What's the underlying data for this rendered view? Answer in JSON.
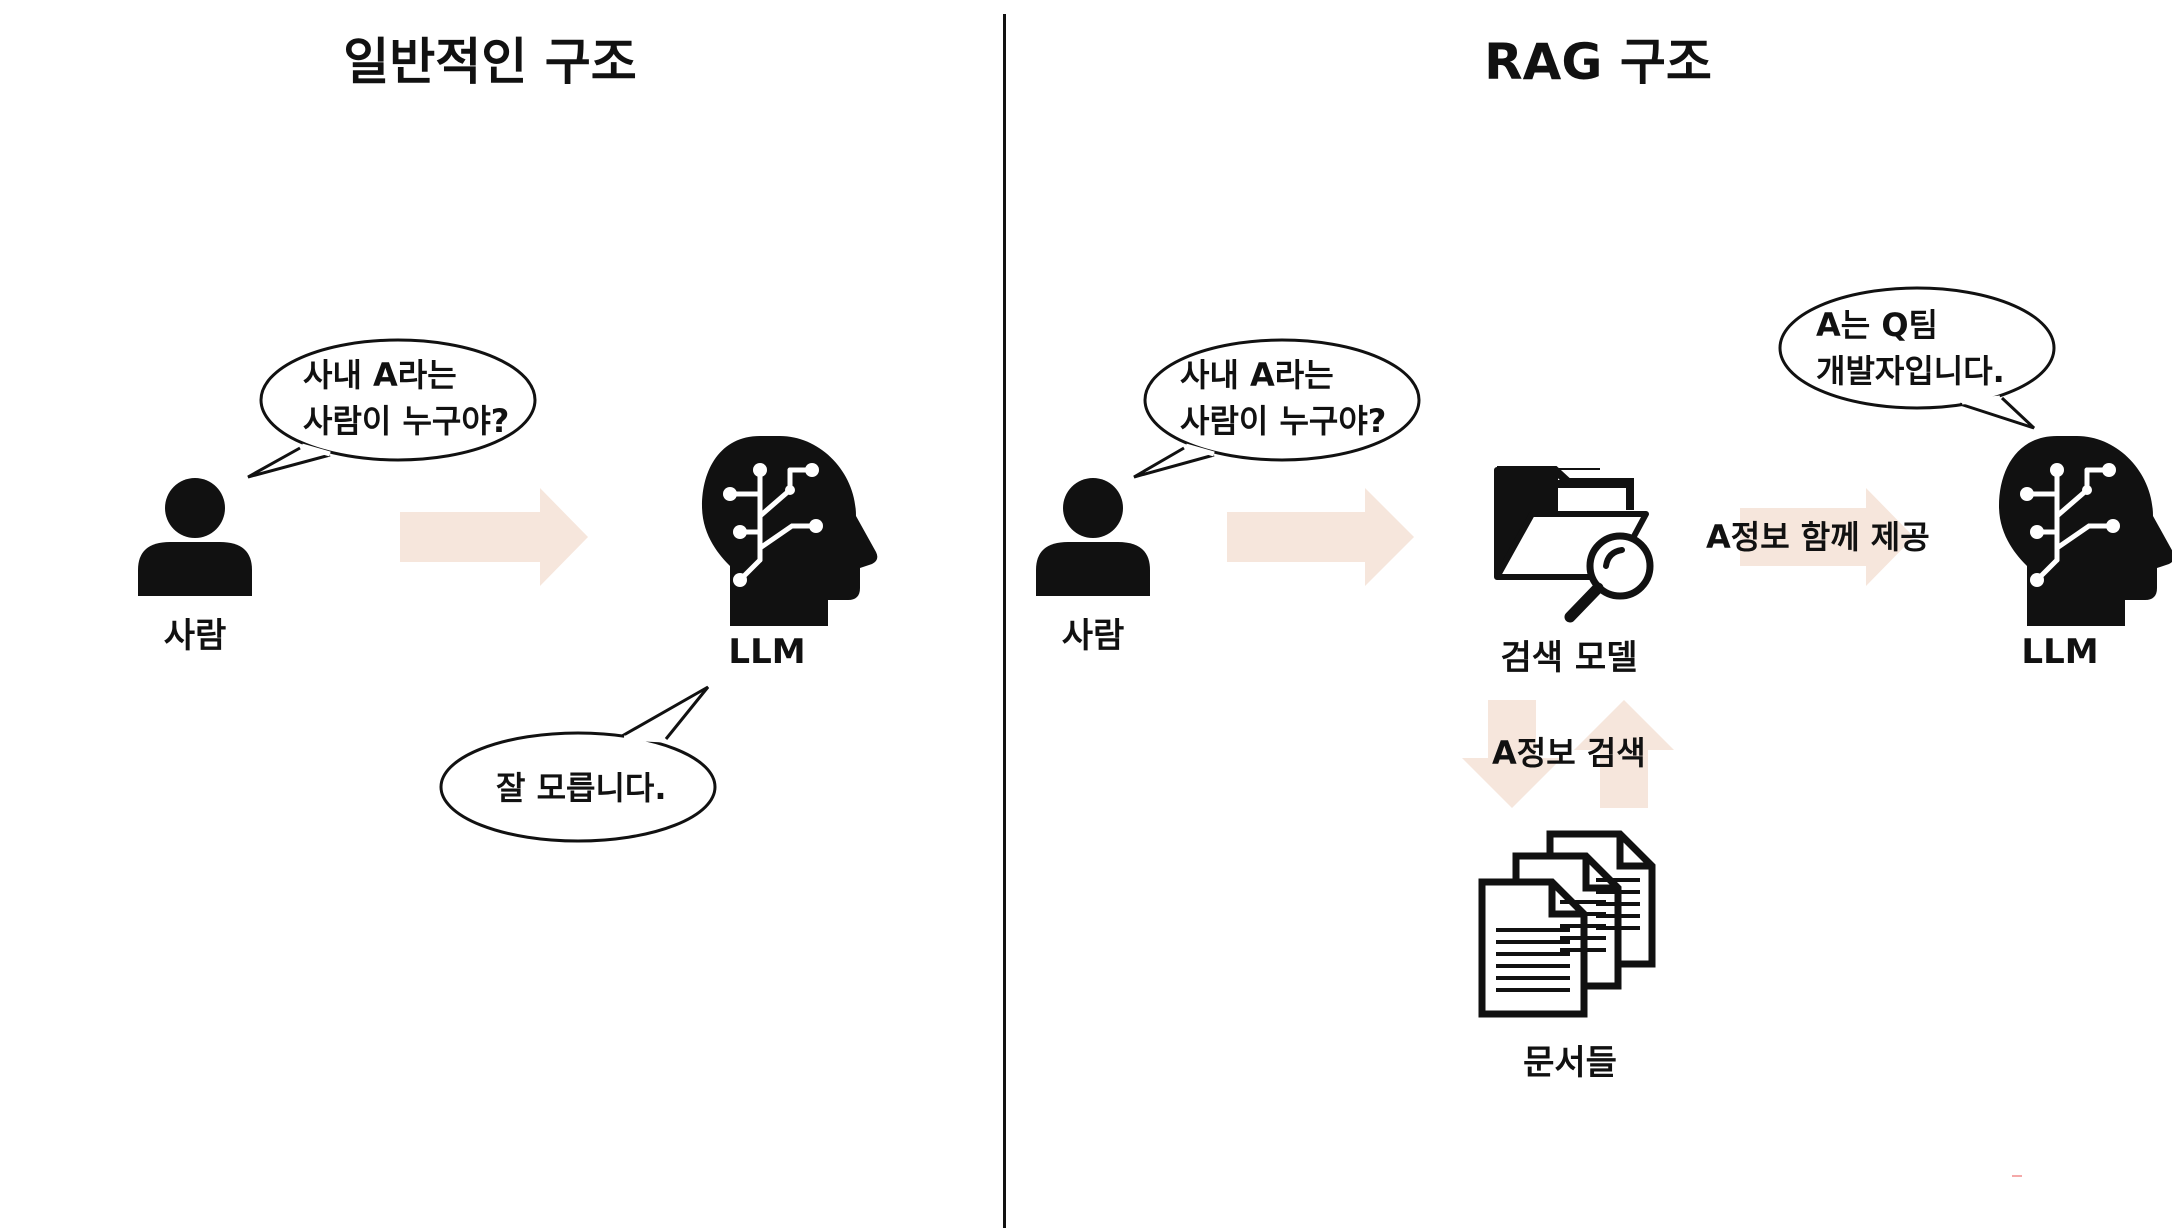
{
  "left": {
    "title": "일반적인 구조",
    "person_label": "사람",
    "llm_label": "LLM",
    "question": [
      "사내 A라는",
      "사람이 누구야?"
    ],
    "answer": "잘 모릅니다."
  },
  "right": {
    "title": "RAG 구조",
    "person_label": "사람",
    "search_label": "검색 모델",
    "llm_label": "LLM",
    "docs_label": "문서들",
    "question": [
      "사내 A라는",
      "사람이 누구야?"
    ],
    "answer": [
      "A는 Q팀",
      "개발자입니다."
    ],
    "provide_label": "A정보 함께 제공",
    "search_info_label": "A정보 검색"
  },
  "colors": {
    "arrow": "#f6e6dc",
    "ink": "#111111"
  }
}
